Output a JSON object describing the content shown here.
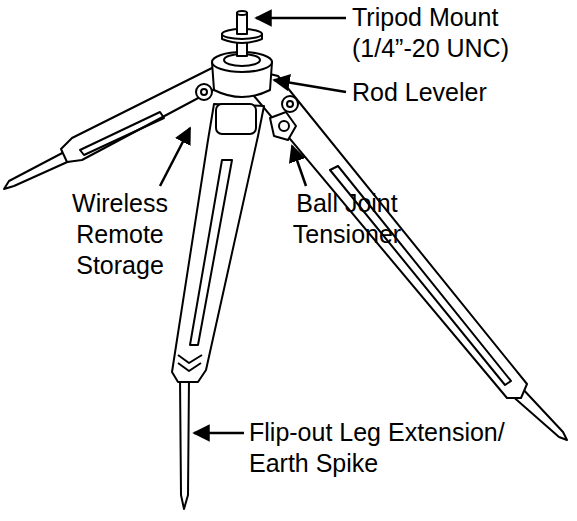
{
  "diagram": {
    "labels": [
      "Tripod Mount (1/4”-20 UNC)",
      "Rod Leveler",
      "Wireless Remote Storage",
      "Ball Joint Tensioner",
      "Flip-out Leg Extension/ Earth Spike"
    ]
  }
}
